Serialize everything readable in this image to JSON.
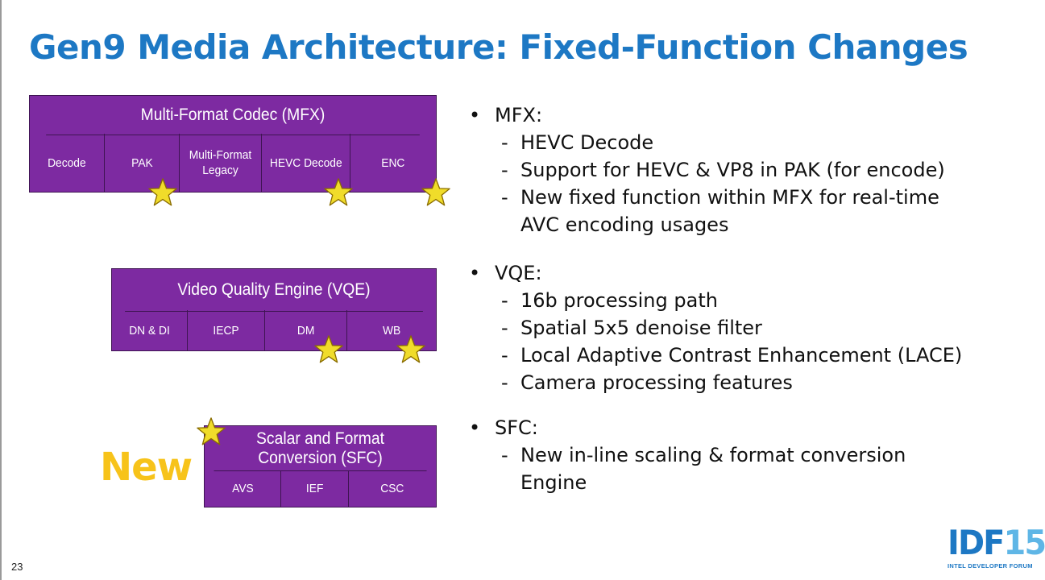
{
  "slide": {
    "title": "Gen9 Media Architecture: Fixed-Function Changes",
    "page_number": "23",
    "new_label": "New"
  },
  "colors": {
    "title": "#1d78c4",
    "block_fill": "#7d2aa1",
    "block_border": "#3e1452",
    "star_fill": "#f0dc2a",
    "new_label": "#f7c31a"
  },
  "blocks": {
    "mfx": {
      "title": "Multi-Format Codec (MFX)",
      "cells": [
        "Decode",
        "PAK",
        "Multi-Format Legacy",
        "HEVC Decode",
        "ENC"
      ],
      "starred": [
        "PAK",
        "HEVC Decode",
        "ENC"
      ]
    },
    "vqe": {
      "title": "Video Quality Engine (VQE)",
      "cells": [
        "DN & DI",
        "IECP",
        "DM",
        "WB"
      ],
      "starred": [
        "DM",
        "WB"
      ]
    },
    "sfc": {
      "title": "Scalar and Format Conversion (SFC)",
      "cells": [
        "AVS",
        "IEF",
        "CSC"
      ],
      "starred": [
        "Scalar and Format Conversion (SFC)"
      ]
    }
  },
  "bullets": {
    "mfx": {
      "label": "MFX:",
      "items": [
        "HEVC Decode",
        "Support for HEVC & VP8 in PAK (for encode)",
        "New fixed function within MFX for real-time AVC encoding usages"
      ]
    },
    "vqe": {
      "label": "VQE:",
      "items": [
        "16b processing path",
        "Spatial 5x5 denoise filter",
        "Local Adaptive Contrast Enhancement (LACE)",
        "Camera processing features"
      ]
    },
    "sfc": {
      "label": "SFC:",
      "items": [
        "New in-line scaling & format conversion Engine"
      ]
    }
  },
  "logo": {
    "brand": "IDF",
    "year": "15",
    "caption": "INTEL DEVELOPER FORUM"
  }
}
